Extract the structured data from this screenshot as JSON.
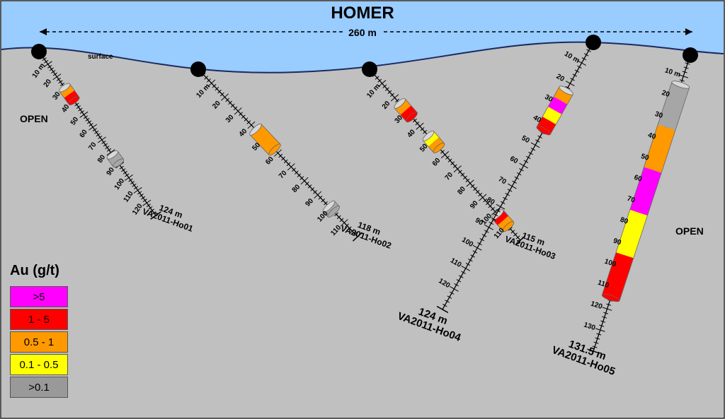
{
  "title": "HOMER",
  "scale_label": "260 m",
  "surface_label": "surface",
  "open_labels": [
    "OPEN",
    "OPEN"
  ],
  "holes": [
    {
      "id": "VA2011-Ho01",
      "depth": "124 m",
      "depth_ticks": [
        "10 m",
        "20",
        "30",
        "40",
        "50",
        "60",
        "70",
        "80",
        "90",
        "100",
        "110",
        "120"
      ]
    },
    {
      "id": "VA2011-Ho02",
      "depth": "118 m",
      "depth_ticks": [
        "10 m",
        "20",
        "30",
        "40",
        "50",
        "60",
        "70",
        "80",
        "90",
        "100",
        "110"
      ]
    },
    {
      "id": "VA2011-Ho03",
      "depth": "115 m",
      "depth_ticks": [
        "10 m",
        "20",
        "30",
        "40",
        "50",
        "60",
        "70",
        "80",
        "90",
        "100",
        "110"
      ]
    },
    {
      "id": "VA2011-Ho04",
      "depth": "124 m",
      "depth_ticks": [
        "10 m",
        "20",
        "30",
        "40",
        "50",
        "60",
        "70",
        "80",
        "90",
        "100",
        "110",
        "120"
      ]
    },
    {
      "id": "VA2011-Ho05",
      "depth": "131.5 m",
      "depth_ticks": [
        "10 m",
        "20",
        "30",
        "40",
        "50",
        "60",
        "70",
        "80",
        "90",
        "100",
        "110",
        "120",
        "130"
      ]
    }
  ],
  "legend": {
    "title": "Au (g/t)",
    "items": [
      {
        "label": ">5",
        "color": "#ff00ff"
      },
      {
        "label": "1 - 5",
        "color": "#ff0000"
      },
      {
        "label": "0.5 - 1",
        "color": "#ff9900"
      },
      {
        "label": "0.1 - 0.5",
        "color": "#ffff00"
      },
      {
        "label": ">0.1",
        "color": "#999999"
      }
    ]
  },
  "colors": {
    "sky": "#99ccff",
    "ground": "#c0c0c0",
    "core": "#a6a6a6"
  }
}
